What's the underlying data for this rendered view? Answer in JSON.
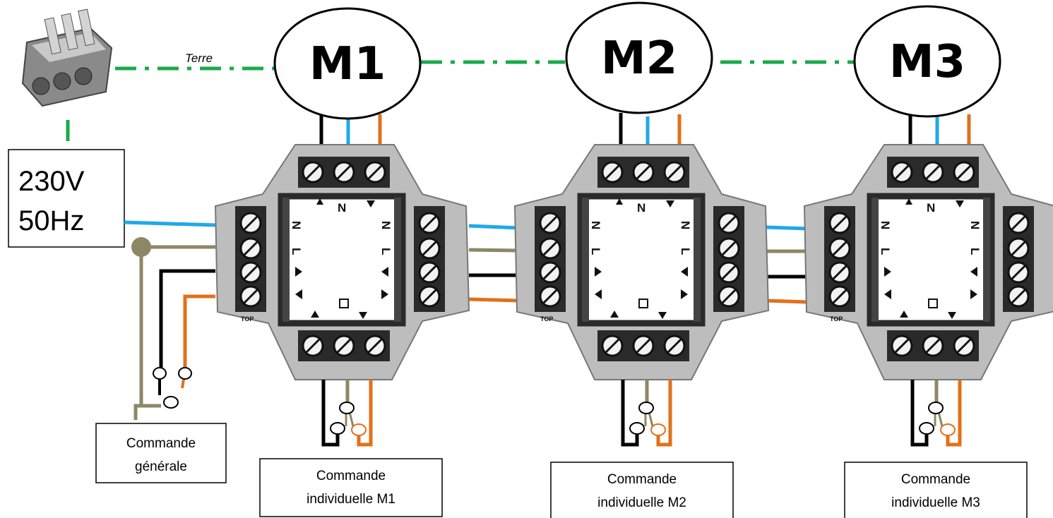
{
  "power": {
    "line1": "230V",
    "line2": "50Hz"
  },
  "earth_label": "Terre",
  "general_command": {
    "line1": "Commande",
    "line2": "générale"
  },
  "module_letters": {
    "neutral": "N",
    "live": "L",
    "top": "TOP"
  },
  "motors": [
    {
      "label": "M1",
      "command_line1": "Commande",
      "command_line2": "individuelle M1"
    },
    {
      "label": "M2",
      "command_line1": "Commande",
      "command_line2": "individuelle M2"
    },
    {
      "label": "M3",
      "command_line1": "Commande",
      "command_line2": "individuelle M3"
    }
  ],
  "wire_colors": {
    "neutral": "#1fa9e9",
    "live": "#8d8766",
    "up": "#000000",
    "down": "#e2701a",
    "earth": "#1aaa4a"
  },
  "colors": {
    "module_body": "#bdbdbd",
    "module_frame": "#2a2a2a"
  },
  "icons": [
    "wago-connector-icon",
    "switch-contact-icon"
  ]
}
